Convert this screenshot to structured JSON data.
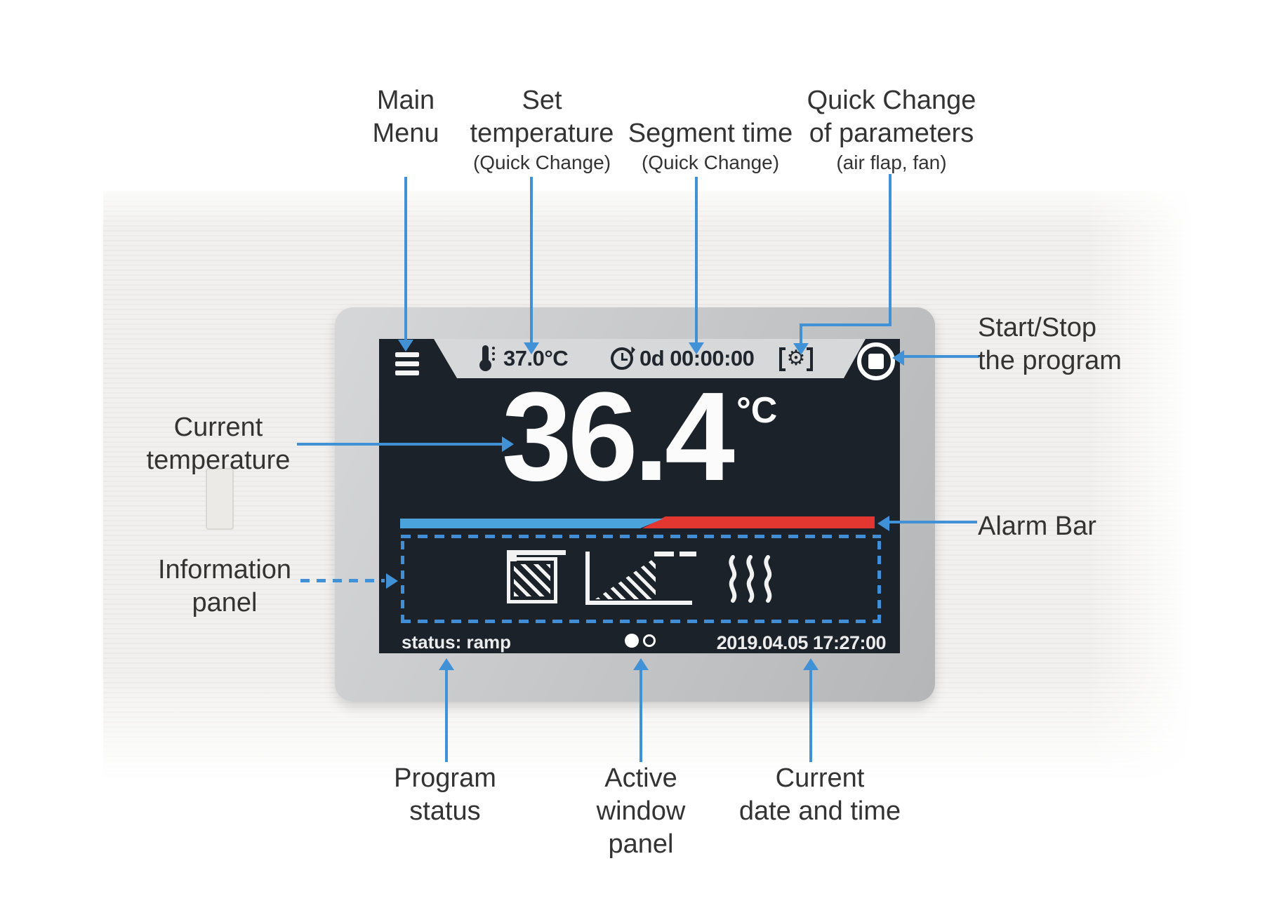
{
  "screen": {
    "set_temperature": "37.0°C",
    "segment_time": "0d 00:00:00",
    "current_temperature": "36.4",
    "temperature_unit": "°C",
    "status": "status: ramp",
    "datetime": "2019.04.05 17:27:00",
    "gear_glyph": "⚙",
    "page_indicator": {
      "total": 2,
      "active_index": 0
    },
    "icons": [
      "main-menu-icon",
      "set-temperature-thermometer-icon",
      "segment-time-clock-icon",
      "quick-change-parameters-icon",
      "start-stop-icon",
      "air-flap-icon",
      "ramp-icon",
      "heating-icon",
      "active-page-dot",
      "inactive-page-dot"
    ]
  },
  "annotations": {
    "main_menu": {
      "lines": [
        "Main",
        "Menu"
      ]
    },
    "set_temperature": {
      "lines": [
        "Set",
        "temperature"
      ],
      "sub": "(Quick Change)"
    },
    "segment_time": {
      "lines": [
        "Segment time"
      ],
      "sub": "(Quick Change)"
    },
    "quick_change": {
      "lines": [
        "Quick Change",
        "of parameters"
      ],
      "sub": "(air flap, fan)"
    },
    "start_stop": {
      "lines": [
        "Start/Stop",
        "the program"
      ]
    },
    "current_temperature": {
      "lines": [
        "Current",
        "temperature"
      ]
    },
    "alarm_bar": {
      "lines": [
        "Alarm Bar"
      ]
    },
    "information_panel": {
      "lines": [
        "Information",
        "panel"
      ]
    },
    "program_status": {
      "lines": [
        "Program",
        "status"
      ]
    },
    "active_window": {
      "lines": [
        "Active",
        "window",
        "panel"
      ]
    },
    "current_datetime": {
      "lines": [
        "Current",
        "date and time"
      ]
    }
  },
  "colors": {
    "annotation_arrow_blue": "#4191d6",
    "alarm_blue": "#4ba3dc",
    "alarm_red": "#e23631",
    "screen_background": "#1c222a",
    "topbar_gray": "#d7d8da",
    "screen_text_dark": "#20262e",
    "screen_text_light": "#ececec"
  }
}
